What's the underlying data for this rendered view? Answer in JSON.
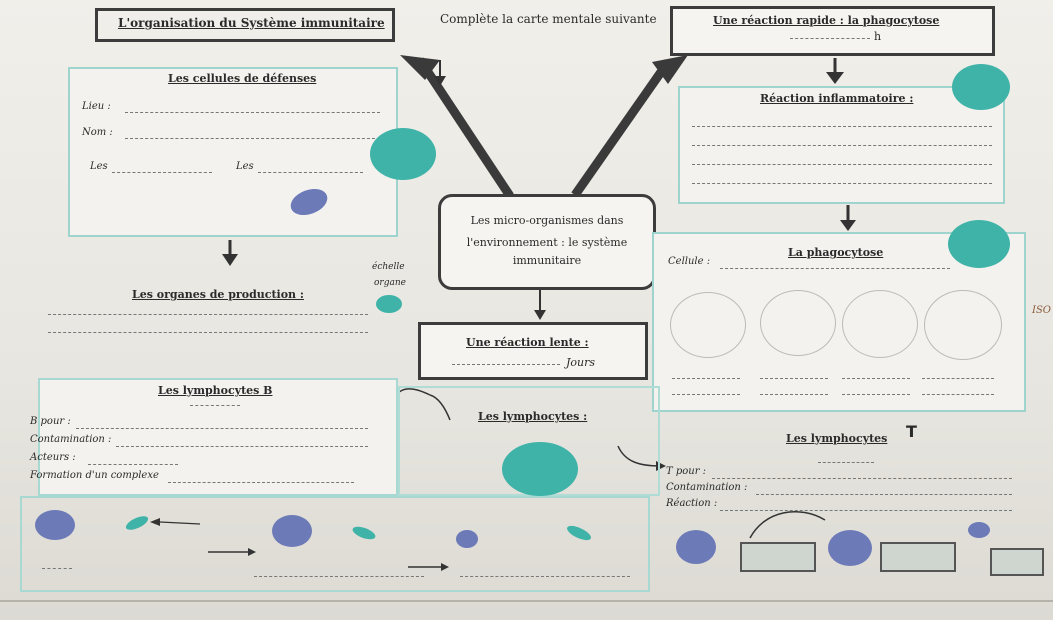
{
  "header": {
    "main_title": "L'organisation du Système immunitaire",
    "instruction": "Complète la carte mentale suivante",
    "rapid_title": "Une réaction rapide : la phagocytose",
    "rapid_time": "h"
  },
  "defense": {
    "title": "Les cellules de défenses",
    "lieu": "Lieu :",
    "nom": "Nom :",
    "les1": "Les",
    "les2": "Les"
  },
  "inflammation": {
    "title": "Réaction inflammatoire :"
  },
  "center": {
    "text1": "Les micro-organismes dans",
    "text2": "l'environnement : le système",
    "text3": "immunitaire",
    "echelle": "échelle",
    "organe": "organe"
  },
  "organes": {
    "title": "Les organes de production :"
  },
  "phagocytose": {
    "title": "La phagocytose",
    "cellule": "Cellule :"
  },
  "slow": {
    "title": "Une réaction lente :",
    "jours": "Jours"
  },
  "lymphoB": {
    "title": "Les lymphocytes B",
    "bpour": "B pour :",
    "contamination": "Contamination :",
    "acteurs": "Acteurs :",
    "formation": "Formation d'un complexe"
  },
  "lympho": {
    "title": "Les lymphocytes :"
  },
  "lymphoT": {
    "title": "Les lymphocytes",
    "letter": "T",
    "tpour": "T pour :",
    "contamination": "Contamination :",
    "reaction": "Réaction :"
  },
  "margin_note": "ISO"
}
